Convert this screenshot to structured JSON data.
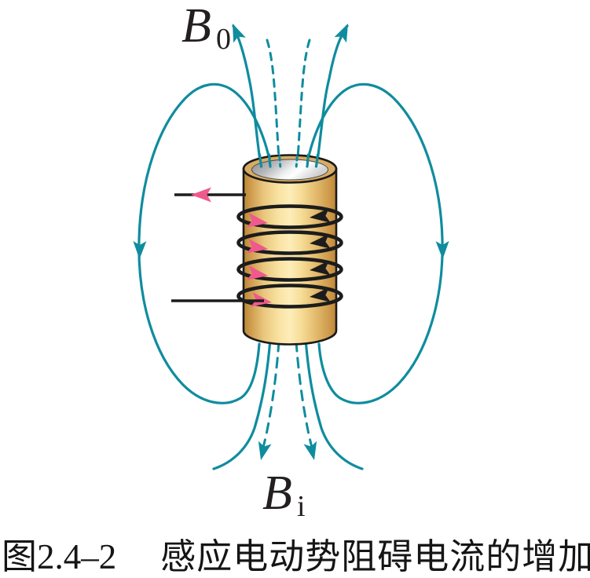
{
  "figure": {
    "labels": {
      "b0": {
        "main": "B",
        "sub": "0"
      },
      "bi": {
        "main": "B",
        "sub": "i"
      }
    },
    "caption": {
      "number": "图2.4–2",
      "title": "感应电动势阻碍电流的增加"
    }
  },
  "colors": {
    "field_line": "#0f8c9e",
    "induced_arrow": "#f0598c",
    "current": "#1c1c1c",
    "outline": "#1a1a1a",
    "cylinder_light": "#fdedb9",
    "cylinder_dark": "#bd8637",
    "rim_tan": "#d8ab63",
    "rim_inner_gray": "#87898b"
  }
}
